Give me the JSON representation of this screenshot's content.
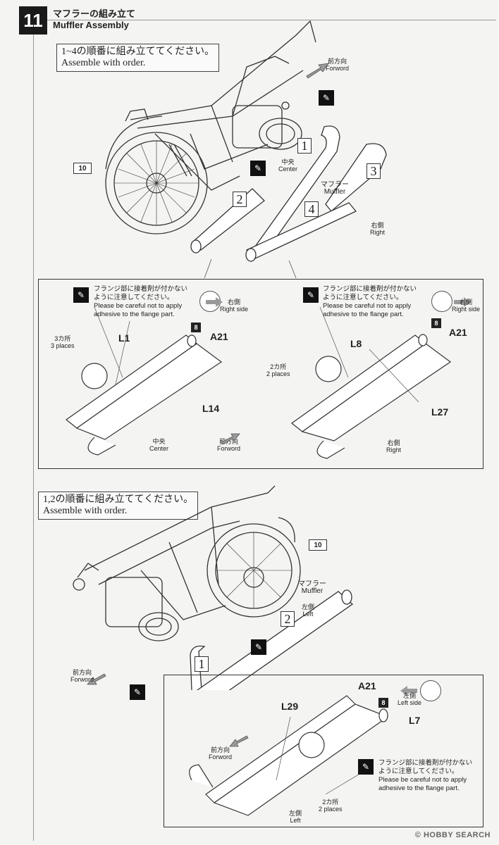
{
  "step": {
    "number": "11",
    "title_jp": "マフラーの組み立て",
    "title_en": "Muffler Assembly"
  },
  "section1": {
    "order_jp": "1~4の順番に組み立ててください。",
    "order_en": "Assemble with order.",
    "forward_jp": "前方向",
    "forward_en": "Forword",
    "center_jp": "中央",
    "center_en": "Center",
    "muffler_jp": "マフラー",
    "muffler_en": "Muffler",
    "right_jp": "右側",
    "right_en": "Right",
    "ref10": "10",
    "steps": [
      "1",
      "2",
      "3",
      "4"
    ]
  },
  "detail_left": {
    "caution_jp1": "フランジ部に接着剤が付かない",
    "caution_jp2": "ように注意してください。",
    "caution_en1": "Please be careful not to apply",
    "caution_en2": "adhesive to the flange part.",
    "side_jp": "右側",
    "side_en": "Right side",
    "part8": "8",
    "a21": "A21",
    "l1": "L1",
    "l14": "L14",
    "places_jp": "3カ所",
    "places_en": "3 places",
    "center_jp": "中央",
    "center_en": "Center",
    "forward_jp": "前方向",
    "forward_en": "Forword"
  },
  "detail_right": {
    "caution_jp1": "フランジ部に接着剤が付かない",
    "caution_jp2": "ように注意してください。",
    "caution_en1": "Please be careful not to apply",
    "caution_en2": "adhesive to the flange part.",
    "side_jp": "右側",
    "side_en": "Right side",
    "part8": "8",
    "a21": "A21",
    "l8": "L8",
    "l27": "L27",
    "places_jp": "2カ所",
    "places_en": "2 places",
    "right_jp": "右側",
    "right_en": "Right"
  },
  "section2": {
    "order_jp": "1,2の順番に組み立ててください。",
    "order_en": "Assemble with order.",
    "ref10": "10",
    "muffler_jp": "マフラー",
    "muffler_en": "Muffler",
    "left_jp": "左側",
    "left_en": "Left",
    "forward_jp": "前方向",
    "forward_en": "Forword",
    "steps": [
      "1",
      "2"
    ]
  },
  "detail_bottom": {
    "a21": "A21",
    "part8": "8",
    "side_jp": "左側",
    "side_en": "Left side",
    "l29": "L29",
    "l7": "L7",
    "forward_jp": "前方向",
    "forward_en": "Forword",
    "caution_jp1": "フランジ部に接着剤が付かない",
    "caution_jp2": "ように注意してください。",
    "caution_en1": "Please be careful not to apply",
    "caution_en2": "adhesive to the flange part.",
    "places_jp": "2カ所",
    "places_en": "2 places",
    "left_jp": "左側",
    "left_en": "Left"
  },
  "watermark": "© HOBBY SEARCH"
}
